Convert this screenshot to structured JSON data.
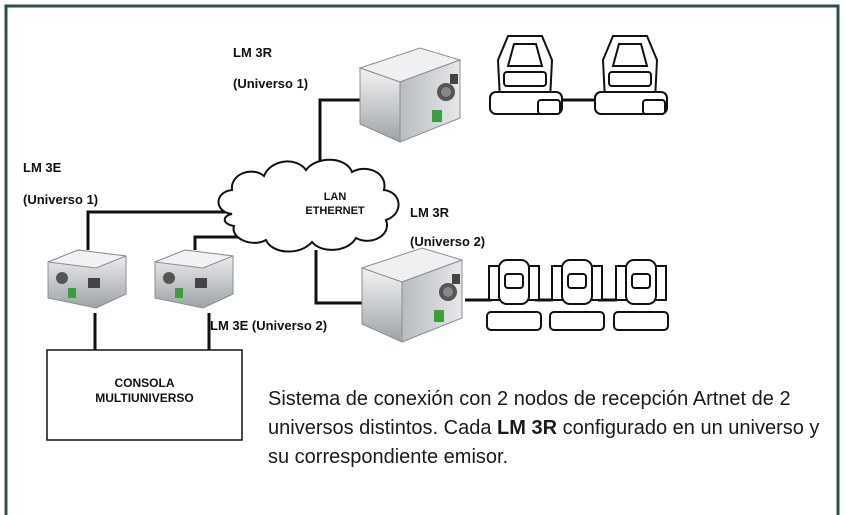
{
  "colors": {
    "frame": "#2f4f4f",
    "cable": "#111111",
    "device_body": "#d9dbdd",
    "connector_green": "#3aa13a",
    "cloud_fill": "#ffffff"
  },
  "nodes": {
    "lm3r_u1": {
      "name": "LM 3R",
      "universe": "(Universo 1)"
    },
    "lm3r_u2": {
      "name": "LM 3R",
      "universe": "(Universo 2)"
    },
    "lm3e_u1": {
      "name": "LM 3E",
      "universe": "(Universo 1)"
    },
    "lm3e_u2": {
      "label": "LM 3E (Universo 2)"
    }
  },
  "network": {
    "line1": "LAN",
    "line2": "ETHERNET"
  },
  "console": {
    "line1": "CONSOLA",
    "line2": "MULTIUNIVERSO"
  },
  "caption": {
    "part1": "Sistema de conexión con 2 nodos de recepción Artnet de 2 universos distintos. Cada ",
    "bold": "LM 3R",
    "part2": " configurado en un universo y su correspondiente emisor."
  },
  "icons": [
    "ethernet-cloud-icon",
    "lm3r-device-icon",
    "lm3e-device-icon",
    "moving-head-icon",
    "console-icon"
  ]
}
